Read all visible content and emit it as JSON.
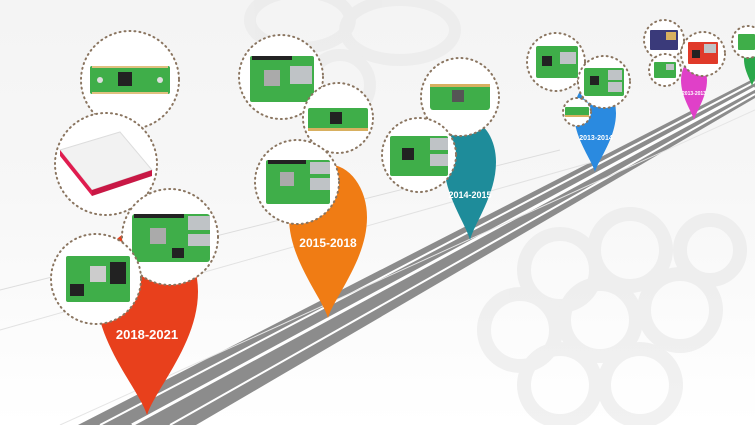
{
  "colors": {
    "background": "#f5f5f5",
    "road": "#8c8c8c",
    "road_lines": "#ffffff",
    "watermark": "#e9e9e9",
    "pin_2018_2021": "#e8401c",
    "pin_2015_2018": "#f07c14",
    "pin_2014_2015": "#1e8c9a",
    "pin_2013_2014": "#2a8ae0",
    "pin_2013_2013": "#e040c8",
    "pin_far": "#2aa84a",
    "bubble_dots": "#8a7560",
    "board_green": "#3fae49",
    "board_white_case": "#f2f2f2",
    "board_red_accent": "#e01c4f"
  },
  "milestones": [
    {
      "label": "2018-2021",
      "color": "#e8401c",
      "products": [
        "pico-board",
        "keyboard-computer",
        "board-4-model-b",
        "compute-module-4"
      ]
    },
    {
      "label": "2015-2018",
      "color": "#f07c14",
      "products": [
        "board-3-model-a-plus",
        "compute-module-3",
        "board-3-model-b"
      ]
    },
    {
      "label": "2014-2015",
      "color": "#1e8c9a",
      "products": [
        "zero-board",
        "board-2-model-b"
      ]
    },
    {
      "label": "2013-2014",
      "color": "#2a8ae0",
      "products": [
        "board-model-a-plus",
        "board-model-b-plus",
        "compute-module-1"
      ]
    },
    {
      "label": "2013-2013",
      "color": "#e040c8",
      "products": [
        "board-model-b-rev2",
        "board-model-a",
        "board-model-b-red"
      ]
    },
    {
      "label": "",
      "color": "#2aa84a",
      "products": [
        "early-board"
      ]
    }
  ],
  "icons": {
    "watermark": "raspberry-logo-icon",
    "pin": "map-pin-icon",
    "bubble": "product-photo-icon"
  }
}
